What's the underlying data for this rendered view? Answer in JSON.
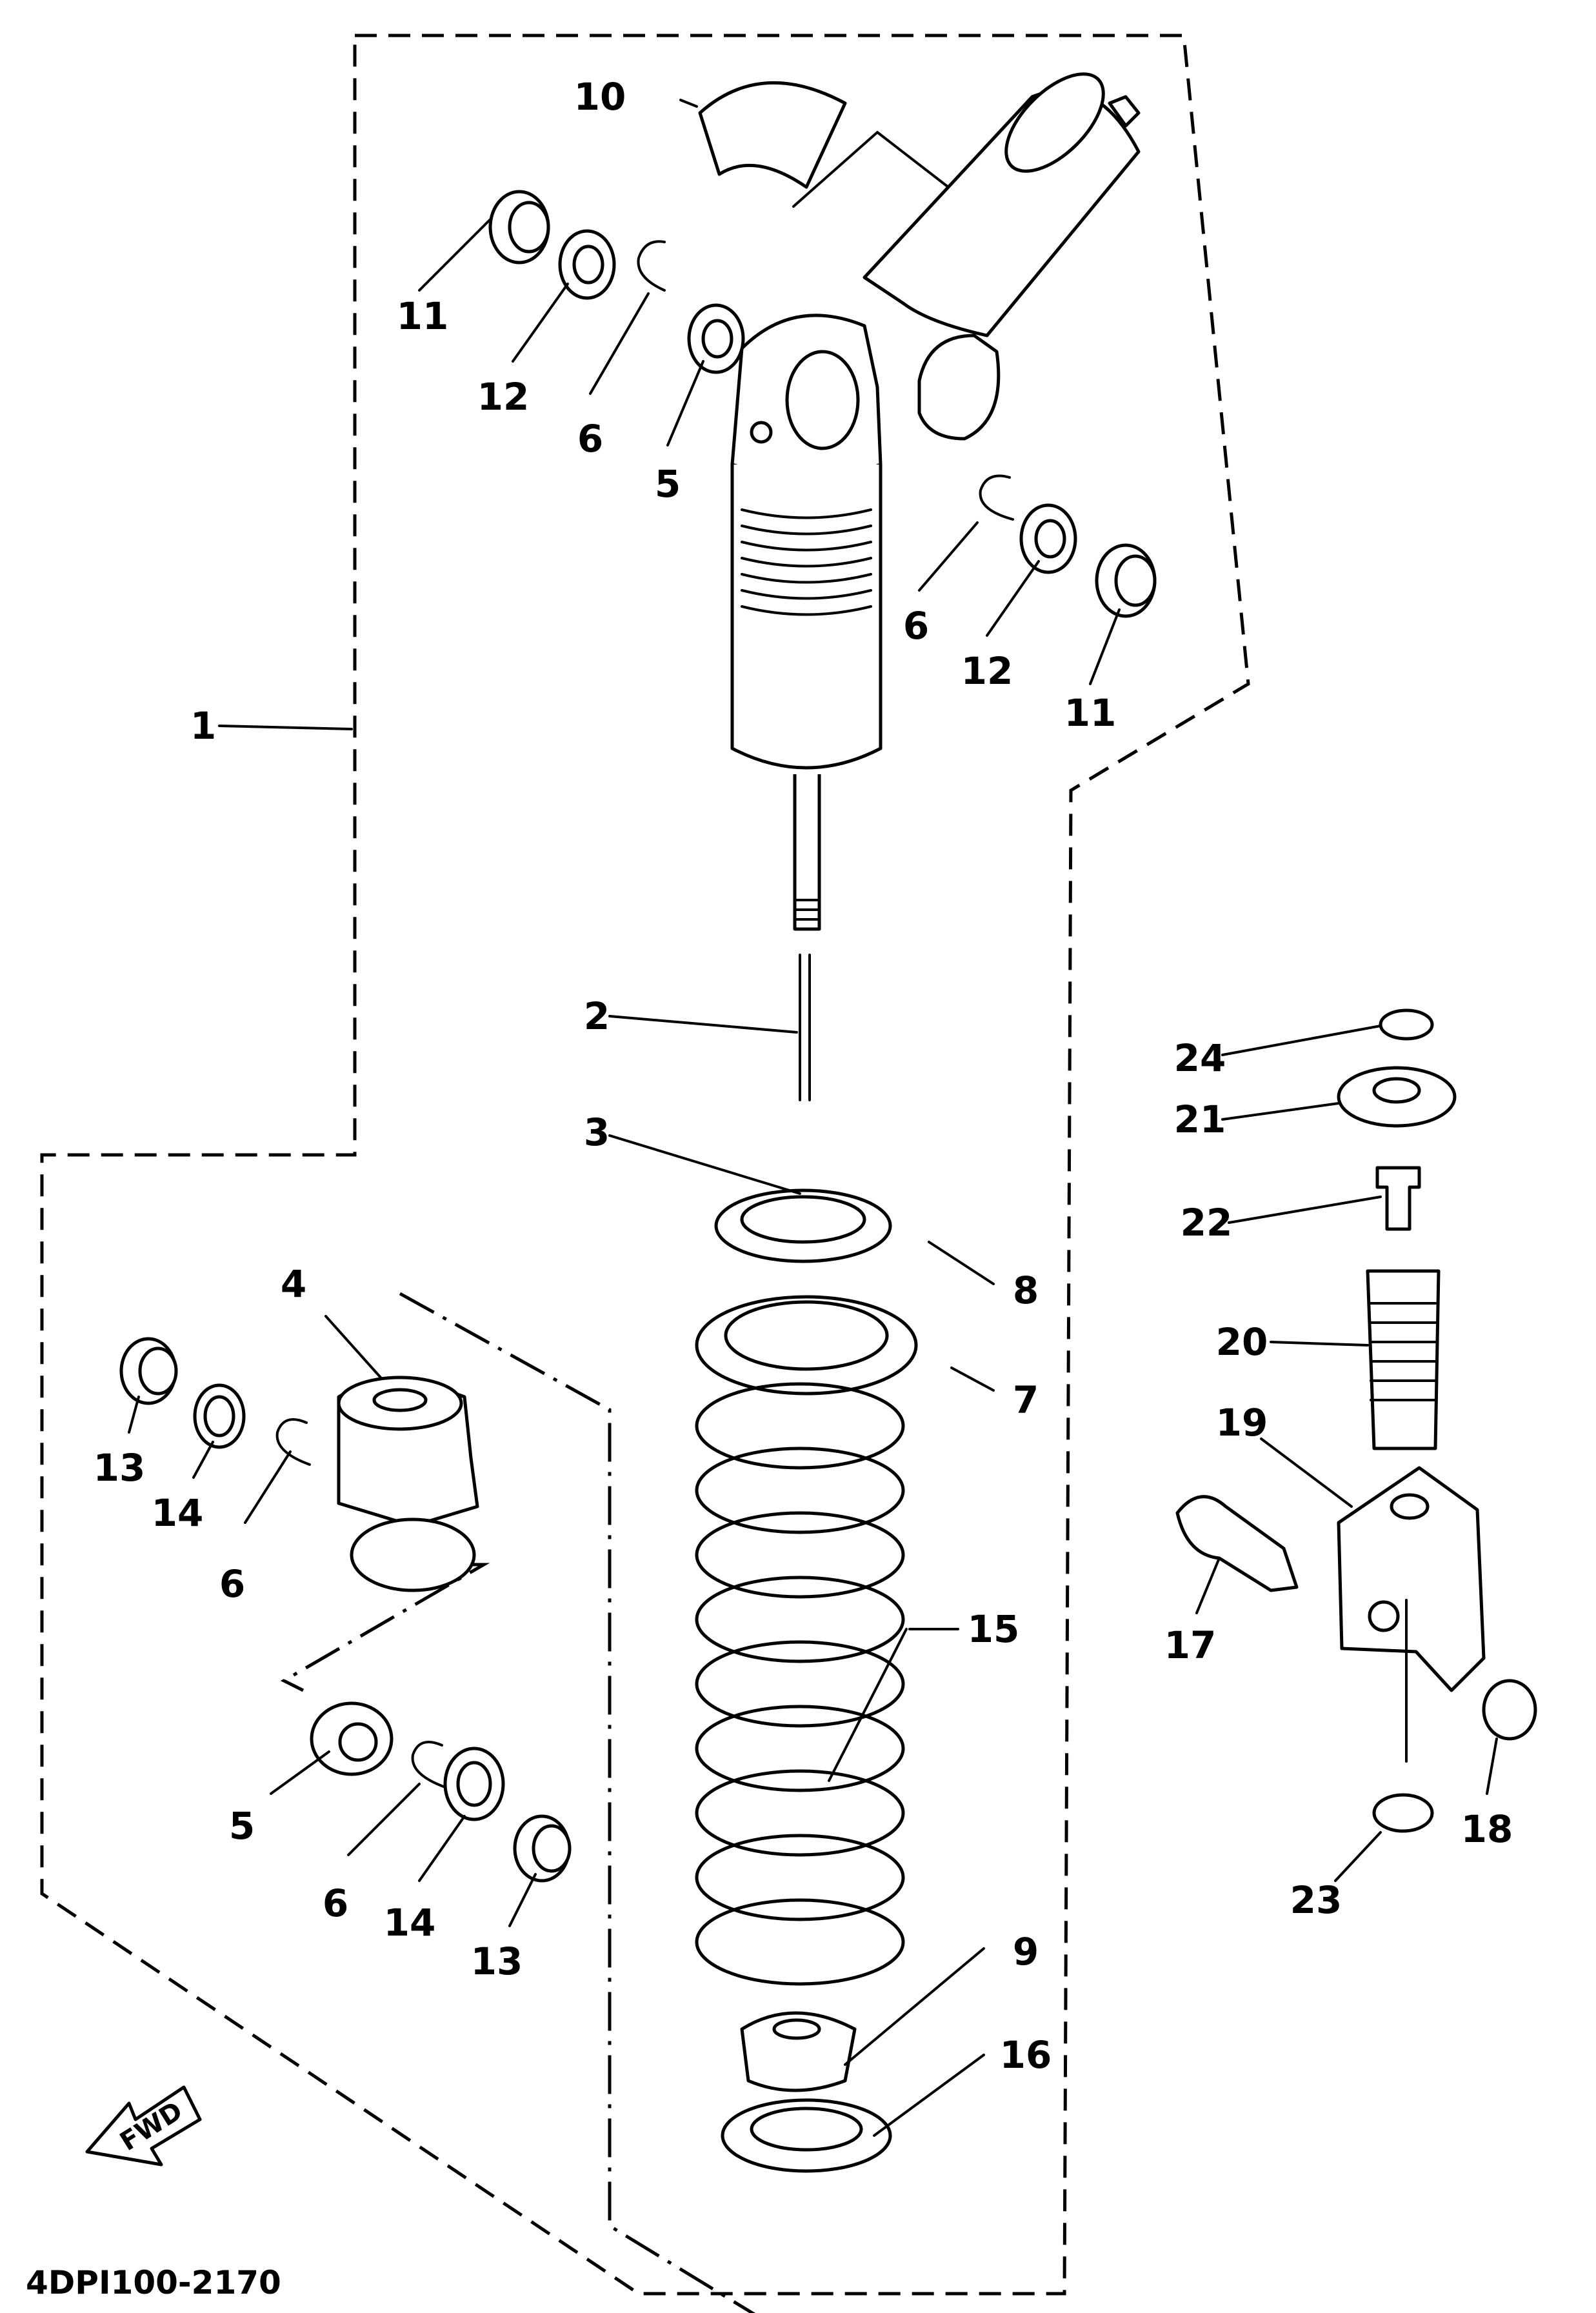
{
  "diagram": {
    "code": "4DPI100-2170",
    "fwd": "FWD",
    "callouts": [
      {
        "id": "c1",
        "text": "1"
      },
      {
        "id": "c2",
        "text": "2"
      },
      {
        "id": "c3",
        "text": "3"
      },
      {
        "id": "c4",
        "text": "4"
      },
      {
        "id": "c5a",
        "text": "5"
      },
      {
        "id": "c5b",
        "text": "5"
      },
      {
        "id": "c6a",
        "text": "6"
      },
      {
        "id": "c6b",
        "text": "6"
      },
      {
        "id": "c6c",
        "text": "6"
      },
      {
        "id": "c6d",
        "text": "6"
      },
      {
        "id": "c7",
        "text": "7"
      },
      {
        "id": "c8",
        "text": "8"
      },
      {
        "id": "c9",
        "text": "9"
      },
      {
        "id": "c10",
        "text": "10"
      },
      {
        "id": "c11a",
        "text": "11"
      },
      {
        "id": "c11b",
        "text": "11"
      },
      {
        "id": "c12a",
        "text": "12"
      },
      {
        "id": "c12b",
        "text": "12"
      },
      {
        "id": "c13a",
        "text": "13"
      },
      {
        "id": "c13b",
        "text": "13"
      },
      {
        "id": "c14a",
        "text": "14"
      },
      {
        "id": "c14b",
        "text": "14"
      },
      {
        "id": "c15",
        "text": "15"
      },
      {
        "id": "c16",
        "text": "16"
      },
      {
        "id": "c17",
        "text": "17"
      },
      {
        "id": "c18",
        "text": "18"
      },
      {
        "id": "c19",
        "text": "19"
      },
      {
        "id": "c20",
        "text": "20"
      },
      {
        "id": "c21",
        "text": "21"
      },
      {
        "id": "c22",
        "text": "22"
      },
      {
        "id": "c23",
        "text": "23"
      },
      {
        "id": "c24",
        "text": "24"
      }
    ]
  }
}
